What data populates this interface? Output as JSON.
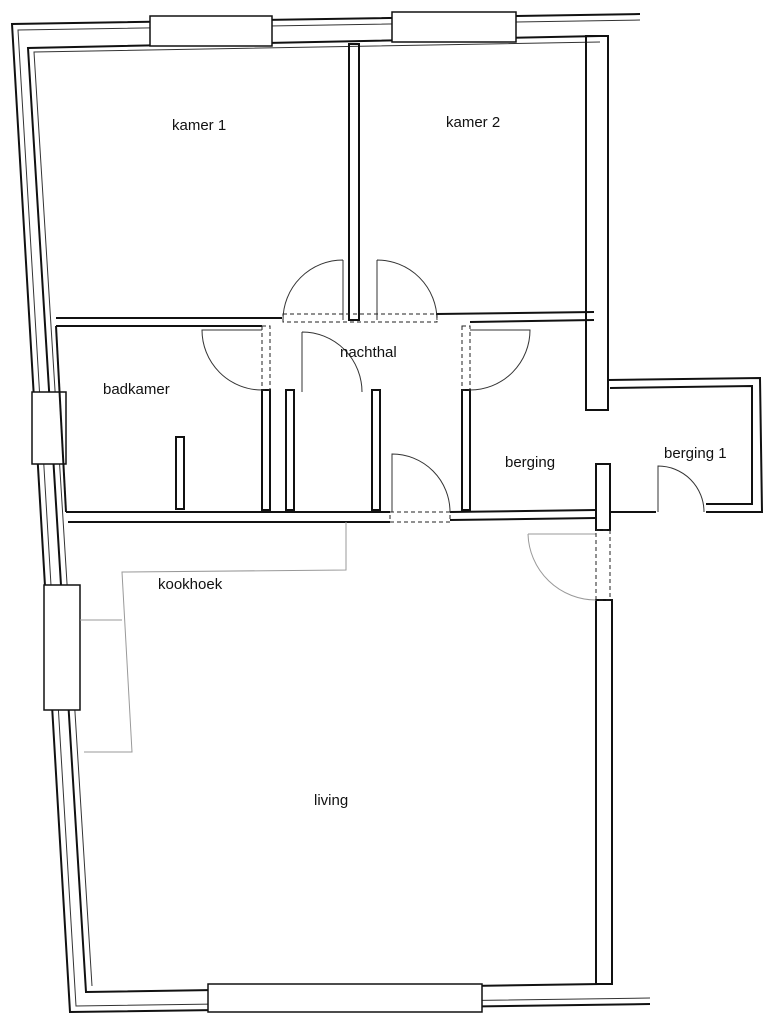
{
  "title": "Floor plan",
  "rooms": {
    "kamer1": "kamer 1",
    "kamer2": "kamer 2",
    "nachthal": "nachthal",
    "badkamer": "badkamer",
    "berging": "berging",
    "berging1": "berging 1",
    "kookhoek": "kookhoek",
    "living": "living"
  }
}
